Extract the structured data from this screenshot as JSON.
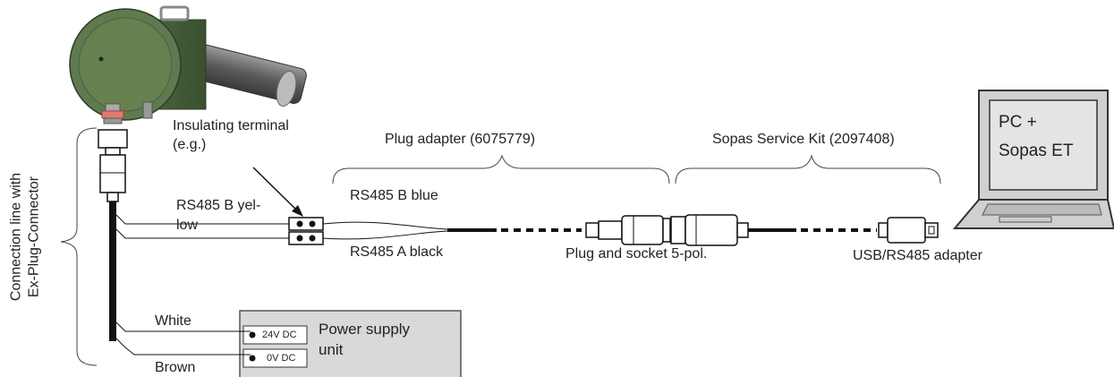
{
  "labels": {
    "insulating_terminal_line1": "Insulating terminal",
    "insulating_terminal_line2": "(e.g.)",
    "plug_adapter": "Plug adapter (6075779)",
    "sopas_service_kit": "Sopas Service Kit (2097408)",
    "rs485_b_yellow_line1": "RS485 B yel-",
    "rs485_b_yellow_line2": "low",
    "rs485_b_blue": "RS485 B blue",
    "rs485_a_black": "RS485 A black",
    "plug_and_socket": "Plug and socket 5-pol.",
    "usb_adapter": "USB/RS485 adapter",
    "pc_line1": "PC +",
    "pc_line2": "Sopas ET",
    "connection_line_1": "Connection line with",
    "connection_line_2": "Ex-Plug-Connector",
    "white": "White",
    "brown": "Brown",
    "power_supply_line1": "Power supply",
    "power_supply_line2": "unit",
    "terminal_24v": "24V DC",
    "terminal_0v": "0V DC"
  },
  "colors": {
    "device_body": "#5f7a4f",
    "cable": "#111111",
    "power_supply_fill": "#d9d9d9",
    "pc_fill": "#d0d0d0"
  }
}
